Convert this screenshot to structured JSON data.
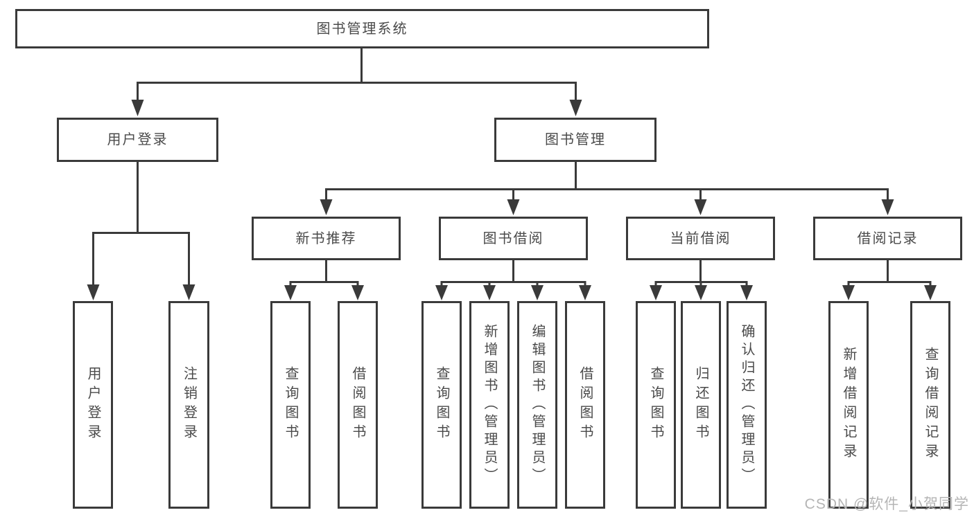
{
  "nodes": {
    "root": "图书管理系统",
    "user_login": "用户登录",
    "book_management": "图书管理",
    "new_book_recommend": "新书推荐",
    "book_borrow": "图书借阅",
    "current_borrow": "当前借阅",
    "borrow_records": "借阅记录",
    "user_login_leaf": "用户登录",
    "logout": "注销登录",
    "query_books_1": "查询图书",
    "borrow_books_1": "借阅图书",
    "query_books_2": "查询图书",
    "add_books_admin": "新增图书（管理员）",
    "edit_books_admin": "编辑图书（管理员）",
    "borrow_books_2": "借阅图书",
    "query_books_3": "查询图书",
    "return_books": "归还图书",
    "confirm_return_admin": "确认归还（管理员）",
    "add_borrow_record": "新增借阅记录",
    "query_borrow_record": "查询借阅记录"
  },
  "watermark": {
    "text": "CSDN @软件_小贺同学"
  },
  "colors": {
    "line": "#3a3a3a",
    "text": "#4a4a4a",
    "watermark": "#b5b5b5",
    "background": "#ffffff"
  }
}
